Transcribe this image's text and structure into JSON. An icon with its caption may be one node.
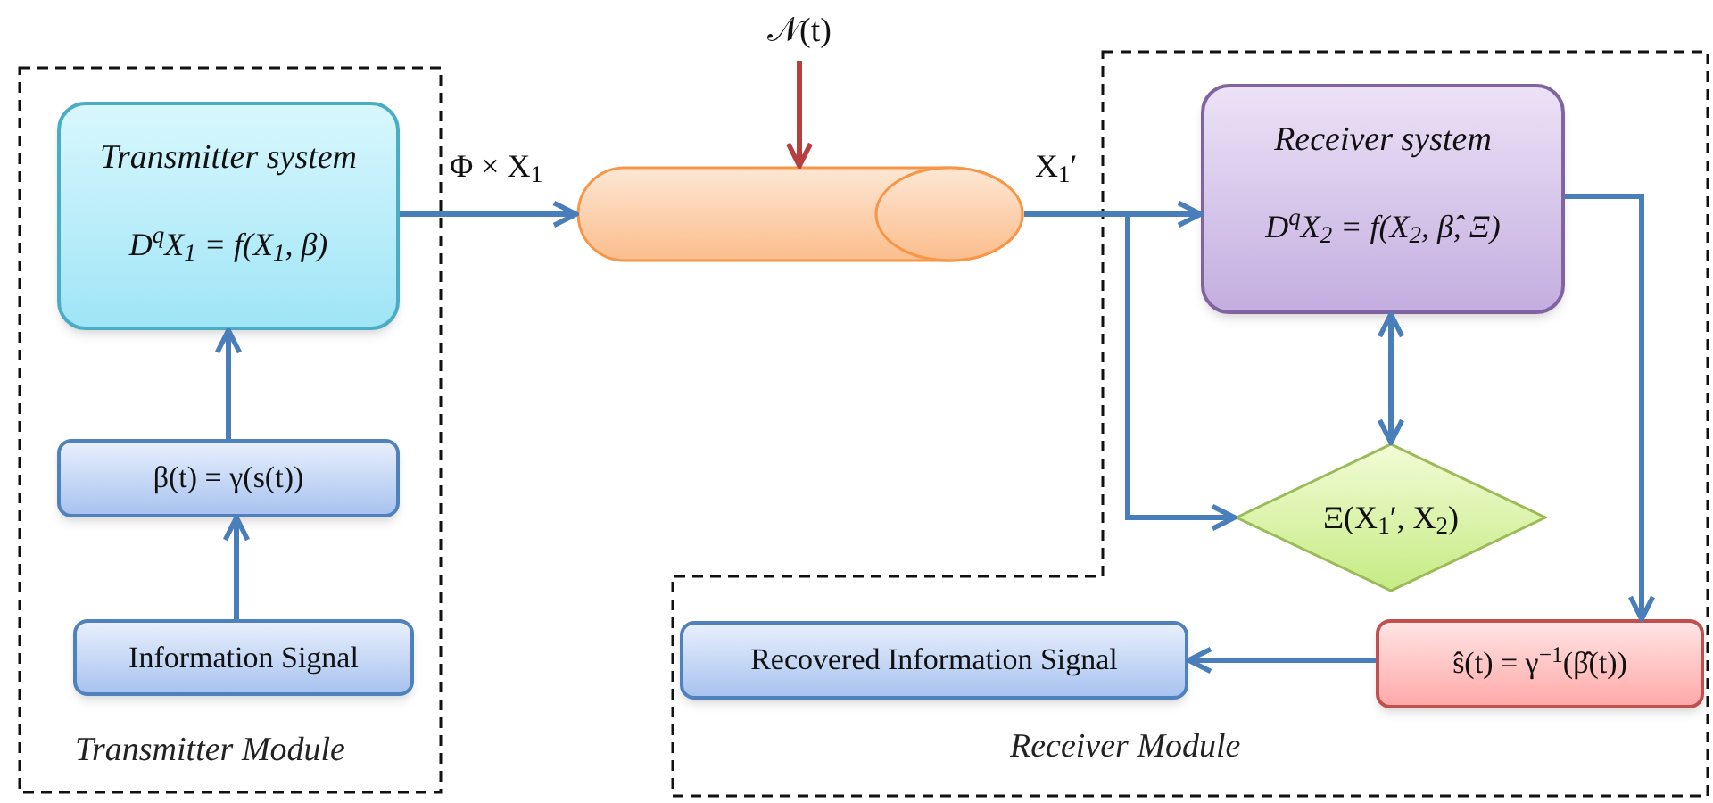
{
  "diagram": {
    "nodes": [
      {
        "text": [
          "Transmitter Module"
        ]
      },
      {
        "text": [
          "Transmitter system",
          "D$^{q}$X$_{1}$ = f(X$_{1}$, β)"
        ],
        "in": 0
      },
      {
        "text": [
          "β(t) = γ(s(t))"
        ],
        "in": 0
      },
      {
        "text": [
          "Information Signal"
        ],
        "in": 0
      },
      {
        "text": [],
        "shape": "cylinder"
      },
      {
        "text": [
          "Receiver Module"
        ]
      },
      {
        "text": [
          "Receiver system",
          "D$^{q}$X$_{2}$ = f(X$_{2}$, β̂, Ξ)"
        ],
        "in": 5
      },
      {
        "text": [
          "Ξ(X$_{1}$′, X$_{2}$)"
        ],
        "in": 5
      },
      {
        "text": [
          "ŝ(t) = γ$^{−1}$(β̂(t))"
        ],
        "in": 5
      },
      {
        "text": [
          "Recovered Information Signal"
        ],
        "in": 5
      },
      {
        "text": [
          "𝒩(t)"
        ]
      }
    ],
    "edges": [
      {
        "from": 3,
        "to": 2,
        "arrow": "to"
      },
      {
        "from": 2,
        "to": 1,
        "arrow": "to"
      },
      {
        "from": 1,
        "to": 4,
        "arrow": "to",
        "label": "Φ × X$_{1}$"
      },
      {
        "from": 10,
        "to": 4,
        "arrow": "to",
        "color": "#b5403f"
      },
      {
        "from": 4,
        "to": 6,
        "arrow": "to",
        "label": "X$_{1}$′"
      },
      {
        "from": 4,
        "to": 7,
        "arrow": "to"
      },
      {
        "from": 6,
        "to": 7,
        "arrow": "both"
      },
      {
        "from": 6,
        "to": 8,
        "arrow": "to"
      },
      {
        "from": 8,
        "to": 9,
        "arrow": "to"
      }
    ]
  }
}
